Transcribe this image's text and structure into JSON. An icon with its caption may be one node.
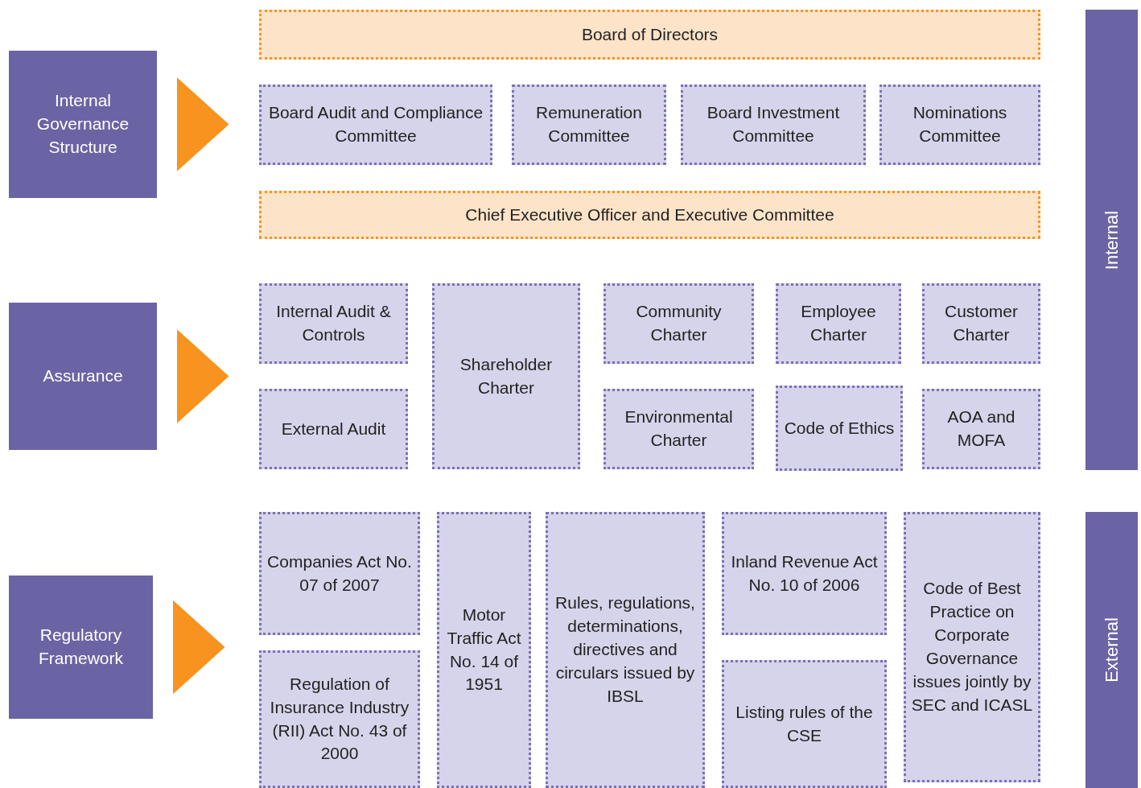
{
  "diagram": {
    "nodes": [
      {
        "text": [
          "Internal Governance Structure"
        ]
      },
      {
        "text": [
          "Board of Directors"
        ]
      },
      {
        "text": [
          "Board Audit and Compliance Committee"
        ]
      },
      {
        "text": [
          "Remuneration Committee"
        ]
      },
      {
        "text": [
          "Board Investment Committee"
        ]
      },
      {
        "text": [
          "Nominations Committee"
        ]
      },
      {
        "text": [
          "Chief Executive Officer and Executive Committee"
        ]
      },
      {
        "text": [
          "Internal"
        ]
      },
      {
        "text": [
          "Assurance"
        ]
      },
      {
        "text": [
          "Internal Audit & Controls"
        ]
      },
      {
        "text": [
          "Shareholder Charter"
        ]
      },
      {
        "text": [
          "Community Charter"
        ]
      },
      {
        "text": [
          "Employee Charter"
        ]
      },
      {
        "text": [
          "Customer Charter"
        ]
      },
      {
        "text": [
          "External Audit"
        ]
      },
      {
        "text": [
          "Environmental Charter"
        ]
      },
      {
        "text": [
          "Code of Ethics"
        ]
      },
      {
        "text": [
          "AOA and MOFA"
        ]
      },
      {
        "text": [
          "Regulatory Framework"
        ]
      },
      {
        "text": [
          "Companies Act No. 07 of 2007"
        ]
      },
      {
        "text": [
          "Motor Traffic Act No. 14 of 1951"
        ]
      },
      {
        "text": [
          "Rules, regulations, determinations, directives and circulars issued by IBSL"
        ]
      },
      {
        "text": [
          "Inland Revenue Act No. 10 of 2006"
        ]
      },
      {
        "text": [
          "Code of Best Practice on Corporate Governance issues jointly by SEC and ICASL"
        ]
      },
      {
        "text": [
          "External"
        ]
      },
      {
        "text": [
          "Regulation of Insurance Industry (RII) Act No. 43 of 2000"
        ]
      },
      {
        "text": [
          "Listing rules of the CSE"
        ]
      }
    ],
    "edges": [
      {
        "from": 0,
        "to": null,
        "arrow": "to"
      },
      {
        "from": 8,
        "to": null,
        "arrow": "to"
      },
      {
        "from": 18,
        "to": null,
        "arrow": "to"
      }
    ]
  }
}
